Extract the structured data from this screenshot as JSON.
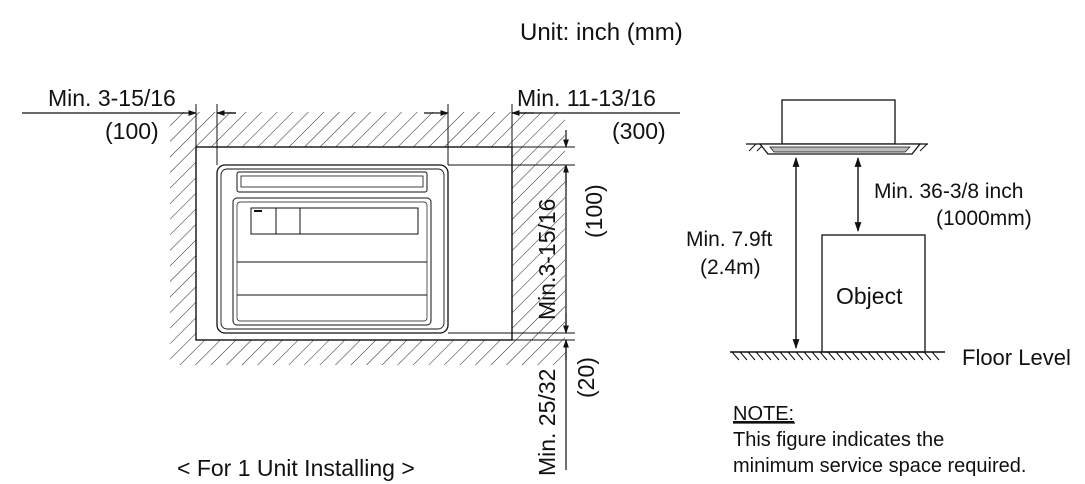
{
  "unit_label": "Unit: inch (mm)",
  "left_clearance": {
    "value": "Min. 3-15/16",
    "metric": "(100)"
  },
  "right_clearance": {
    "value": "Min. 11-13/16",
    "metric": "(300)"
  },
  "top_clearance": {
    "value": "Min.3-15/16",
    "metric": "(100)"
  },
  "bottom_clearance": {
    "value": "Min. 25/32",
    "metric": "(20)"
  },
  "plan_caption": "< For 1 Unit Installing >",
  "side_view": {
    "height_label": "Min. 7.9ft",
    "height_metric": "(2.4m)",
    "gap_label": "Min. 36-3/8 inch",
    "gap_metric": "(1000mm)",
    "object_label": "Object",
    "floor_label": "Floor Level"
  },
  "note": {
    "heading": "NOTE:",
    "line1": "This figure indicates the",
    "line2": "minimum service space required."
  }
}
